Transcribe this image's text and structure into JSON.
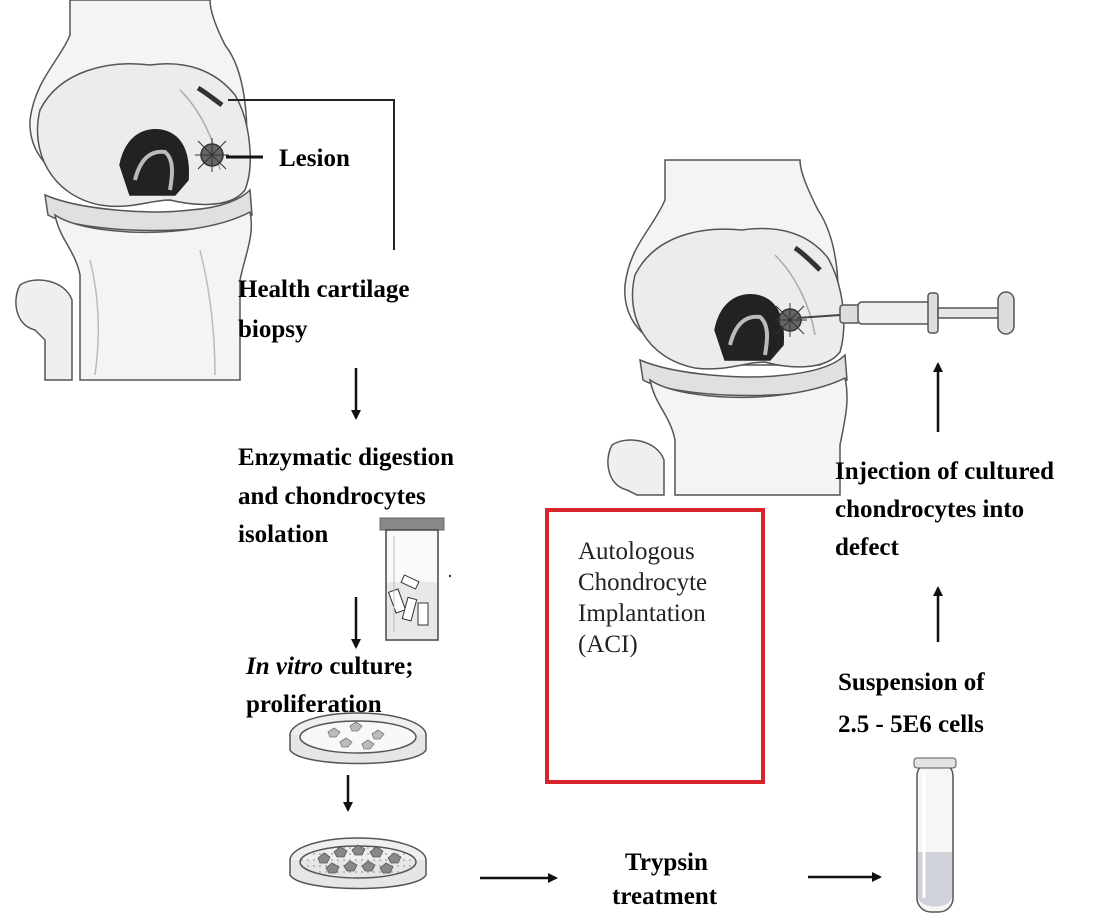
{
  "labels": {
    "lesion": "Lesion",
    "biopsy_line1": "Health cartilage",
    "biopsy_line2": "biopsy",
    "digestion_line1": "Enzymatic digestion",
    "digestion_line2": "and chondrocytes",
    "digestion_line3": "isolation",
    "culture_italic": "In vitro",
    "culture_rest": " culture;",
    "culture_line2": "proliferation",
    "trypsin_line1": "Trypsin",
    "trypsin_line2": "treatment",
    "suspension_line1": "Suspension of",
    "suspension_line2": "2.5 - 5E6 cells",
    "injection_line1": "Injection of cultured",
    "injection_line2": "chondrocytes into",
    "injection_line3": "defect"
  },
  "aci_box": {
    "line1": "Autologous",
    "line2": "Chondrocyte",
    "line3": "Implantation",
    "line4": "(ACI)",
    "border_color": "#d9232d"
  },
  "illustrations": [
    "knee-biopsy-illustration",
    "knee-injection-illustration",
    "syringe-icon",
    "digestion-vial-icon",
    "petri-dish-icon",
    "petri-dish-confluent-icon",
    "suspension-tube-icon"
  ]
}
